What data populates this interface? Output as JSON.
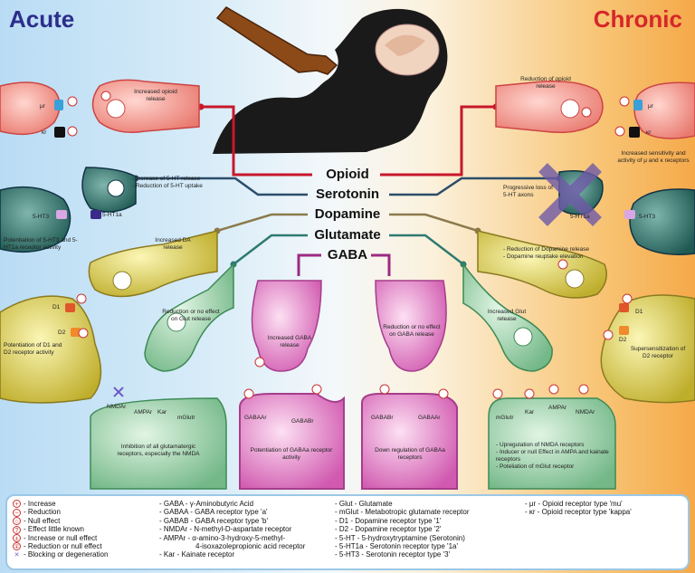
{
  "headers": {
    "acute": "Acute",
    "chronic": "Chronic"
  },
  "neurotransmitters": [
    "Opioid",
    "Serotonin",
    "Dopamine",
    "Glutamate",
    "GABA"
  ],
  "acute": {
    "opioid_release": "Increased opioid release",
    "mu": "μr",
    "kappa": "κr",
    "serotonin": "- Increase of 5-HT release\n- Reduction of 5-HT uptake",
    "ht3": "5-HT3",
    "ht1a": "5-HT1a",
    "ht_potentiation": "Potentiation of 5-HT3 and 5-HT1a receptor activity",
    "da_release": "Increased DA release",
    "d1": "D1",
    "d2": "D2",
    "d_potentiation": "Potentiation of D1 and D2 receptor activity",
    "glut_release": "Reduction or no effect on Glut release",
    "nmda": "NMDAr",
    "ampa": "AMPAr",
    "ka": "Kar",
    "mglut": "mGlutr",
    "glut_inhibition": "Inhibition of all glutamatergic receptors, especially the NMDA",
    "gaba_release": "Increased GABA release",
    "gabaa": "GABAAr",
    "gabab": "GABABr",
    "gaba_potentiation": "Potentiation of GABAa receptor activity"
  },
  "chronic": {
    "opioid_release": "Reduction of opioid release",
    "mu": "μr",
    "kappa": "κr",
    "opioid_sensitivity": "Increased sensitivity and activity of μ and κ receptors",
    "serotonin": "Progressive loss of 5-HT axons",
    "ht1a": "5-HT1a",
    "ht3": "5-HT3",
    "dopamine": "- Reduction of Dopamine release\n- Dopamine reuptake elevation",
    "d1": "D1",
    "d2": "D2",
    "d_super": "Supersensitization of D2 receptor",
    "glut_release": "Increased Glut release",
    "mglut": "mGlutr",
    "ka": "Kar",
    "ampa": "AMPAr",
    "nmda": "NMDAr",
    "glut_upregulation": "- Upregulation of NMDA receptors\n- Inducer or null Effect in AMPA and kainate receptors\n- Poteliation of mGlut receptor",
    "gaba_release": "Reduction or no effect on GABA release",
    "gabab": "GABABr",
    "gabaa": "GABAAr",
    "gaba_down": "Down regulation of GABAa receptors"
  },
  "legend": {
    "symbols": [
      "- Increase",
      "- Reduction",
      "- Null effect",
      "- Effect little known",
      "- Increase or null effect",
      "- Reduction or null effect",
      "- Blocking or degeneration"
    ],
    "col2": [
      "- GABA - γ-Aminobutyric Acid",
      "- GABAA - GABA receptor type 'a'",
      "- GABAB - GABA receptor type 'b'",
      "- NMDAr - N-methyl-D-aspartate receptor",
      "- AMPAr - α-amino-3-hydroxy-5-methyl-",
      "4-isoxazolepropionic acid receptor",
      "- Kar - Kainate receptor"
    ],
    "col3": [
      "- Glut - Glutamate",
      "- mGlut - Metabotropic glutamate receptor",
      "- D1 - Dopamine receptor type '1'",
      "- D2 - Dopamine receptor type '2'",
      "- 5-HT - 5-hydroxytryptamine (Serotonin)",
      "- 5-HT1a - Serotonin receptor type '1a'",
      "- 5-HT3 - Serotonin receptor type '3'"
    ],
    "col4": [
      "- μr - Opioid receptor type 'mu'",
      "- κr - Opioid receptor type 'kappa'"
    ]
  },
  "colors": {
    "opioid": "#f4a39b",
    "serotonin": "#2e6e66",
    "dopamine": "#d7c94a",
    "glutamate": "#8cc9a0",
    "gaba": "#e57bc4",
    "line": "#c8172b"
  }
}
